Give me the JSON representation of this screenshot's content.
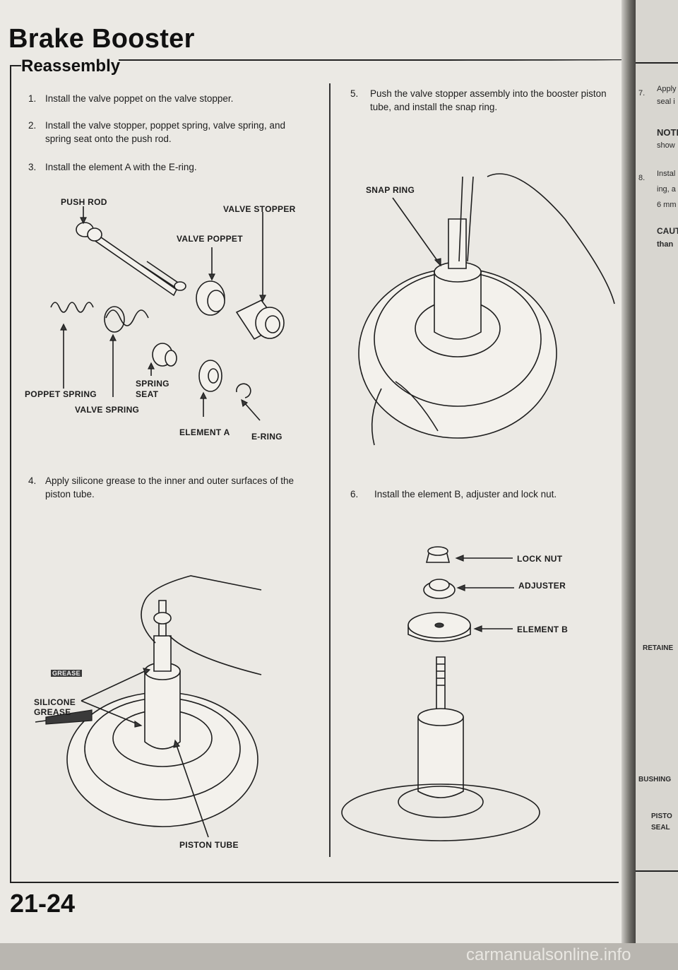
{
  "page": {
    "title": "Brake Booster",
    "section": "Reassembly",
    "page_number": "21-24"
  },
  "steps": [
    {
      "n": "1.",
      "text": "Install the valve poppet on the valve stopper."
    },
    {
      "n": "2.",
      "text": "Install the valve stopper, poppet spring, valve spring, and spring seat onto the push rod."
    },
    {
      "n": "3.",
      "text": "Install the element A with the E-ring."
    },
    {
      "n": "4.",
      "text": "Apply silicone grease to the inner and outer surfaces of the piston tube."
    },
    {
      "n": "5.",
      "text": "Push the valve stopper assembly into the booster piston tube, and install the snap ring."
    },
    {
      "n": "6.",
      "text": "Install the element B, adjuster and lock nut."
    }
  ],
  "labels": {
    "push_rod": "PUSH ROD",
    "valve_stopper": "VALVE STOPPER",
    "valve_poppet": "VALVE POPPET",
    "spring_seat": "SPRING SEAT",
    "poppet_spring": "POPPET SPRING",
    "valve_spring": "VALVE SPRING",
    "element_a": "ELEMENT A",
    "e_ring": "E-RING",
    "silicone_grease": "SILICONE GREASE",
    "grease_tube": "GREASE",
    "piston_tube": "PISTON TUBE",
    "snap_ring": "SNAP RING",
    "lock_nut": "LOCK NUT",
    "adjuster": "ADJUSTER",
    "element_b": "ELEMENT B"
  },
  "next_page": {
    "s7_num": "7.",
    "s7_text": "Apply",
    "s7_line2": "seal i",
    "note": "NOTE",
    "note_line": "show",
    "s8_num": "8.",
    "s8_text": "Instal",
    "s8_line2": "ing, a",
    "s8_line3": "6 mm",
    "caution": "CAUT",
    "caution_line": "than",
    "retainer": "RETAINE",
    "bushing": "BUSHING",
    "piston": "PISTO",
    "seal": "SEAL"
  },
  "footer": {
    "watermark": "carmanualsonline.info"
  }
}
